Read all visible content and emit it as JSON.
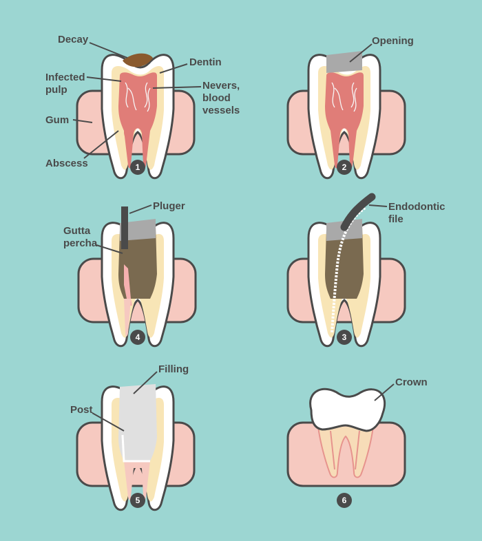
{
  "colors": {
    "background": "#9cd6d2",
    "gum": "#f6c9c0",
    "outline": "#4a4a4a",
    "enamel": "#ffffff",
    "dentin": "#f8e5b6",
    "pulp": "#e07d78",
    "decay": "#8a5a2e",
    "opening": "#a9a9a9",
    "gutta_percha": "#7a6a50",
    "filling": "#e0e0e0"
  },
  "steps": [
    {
      "number": "1",
      "labels": {
        "decay": "Decay",
        "dentin": "Dentin",
        "infected": "Infected",
        "pulp": "pulp",
        "nerves1": "Nevers,",
        "nerves2": "blood",
        "nerves3": "vessels",
        "gum": "Gum",
        "abscess": "Abscess"
      }
    },
    {
      "number": "2",
      "labels": {
        "opening": "Opening"
      }
    },
    {
      "number": "3",
      "labels": {
        "endo1": "Endodontic",
        "endo2": "file"
      }
    },
    {
      "number": "4",
      "labels": {
        "pluger": "Pluger",
        "gutta1": "Gutta",
        "gutta2": "percha"
      }
    },
    {
      "number": "5",
      "labels": {
        "filling": "Filling",
        "post": "Post"
      }
    },
    {
      "number": "6",
      "labels": {
        "crown": "Crown"
      }
    }
  ]
}
